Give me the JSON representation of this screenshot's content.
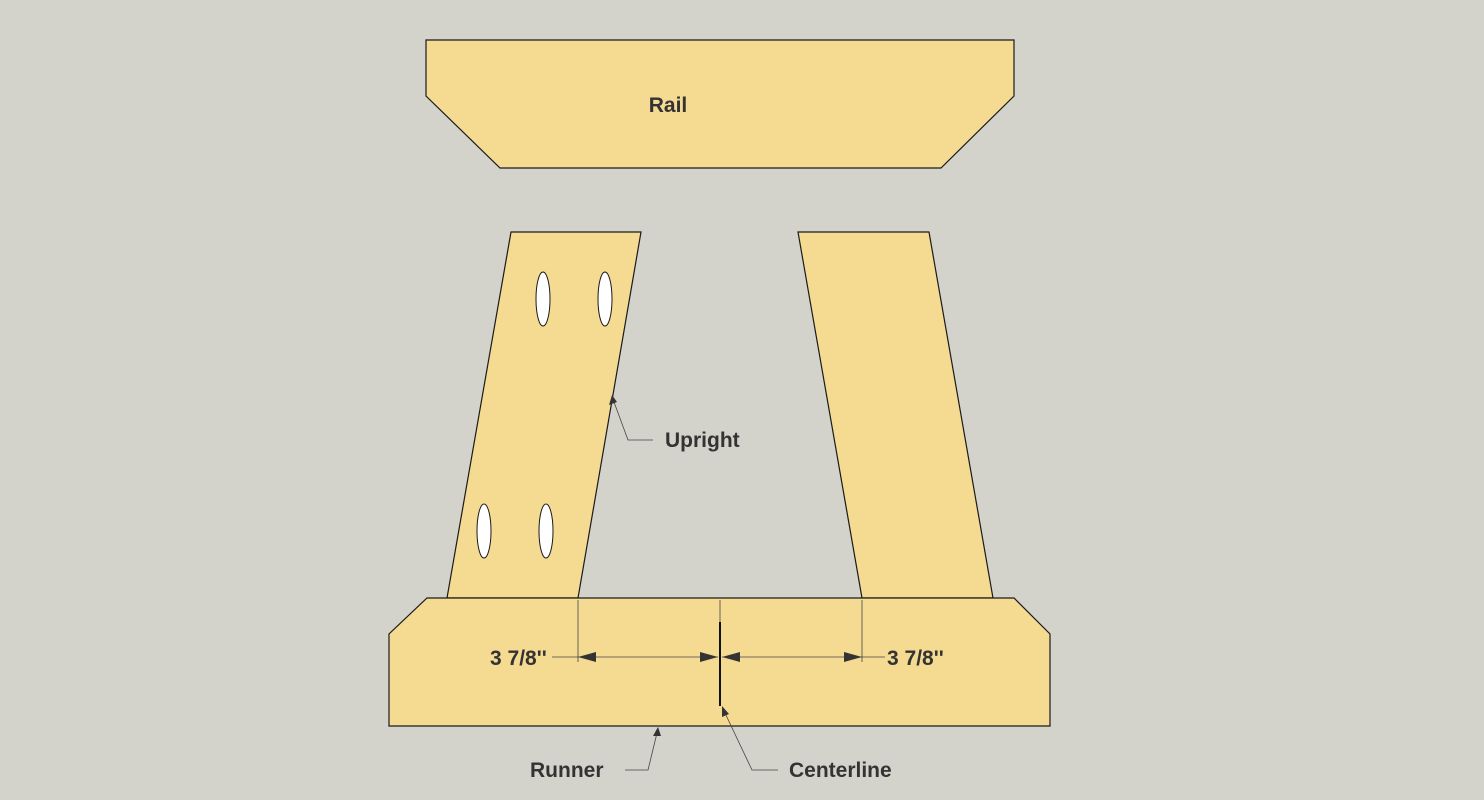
{
  "colors": {
    "background": "#d4d3cb",
    "wood": "#f5da92",
    "outline": "#1a1a1a",
    "text": "#333333"
  },
  "labels": {
    "rail": "Rail",
    "upright": "Upright",
    "runner": "Runner",
    "centerline": "Centerline"
  },
  "dimensions": {
    "left": "3 7/8''",
    "right": "3 7/8''"
  }
}
